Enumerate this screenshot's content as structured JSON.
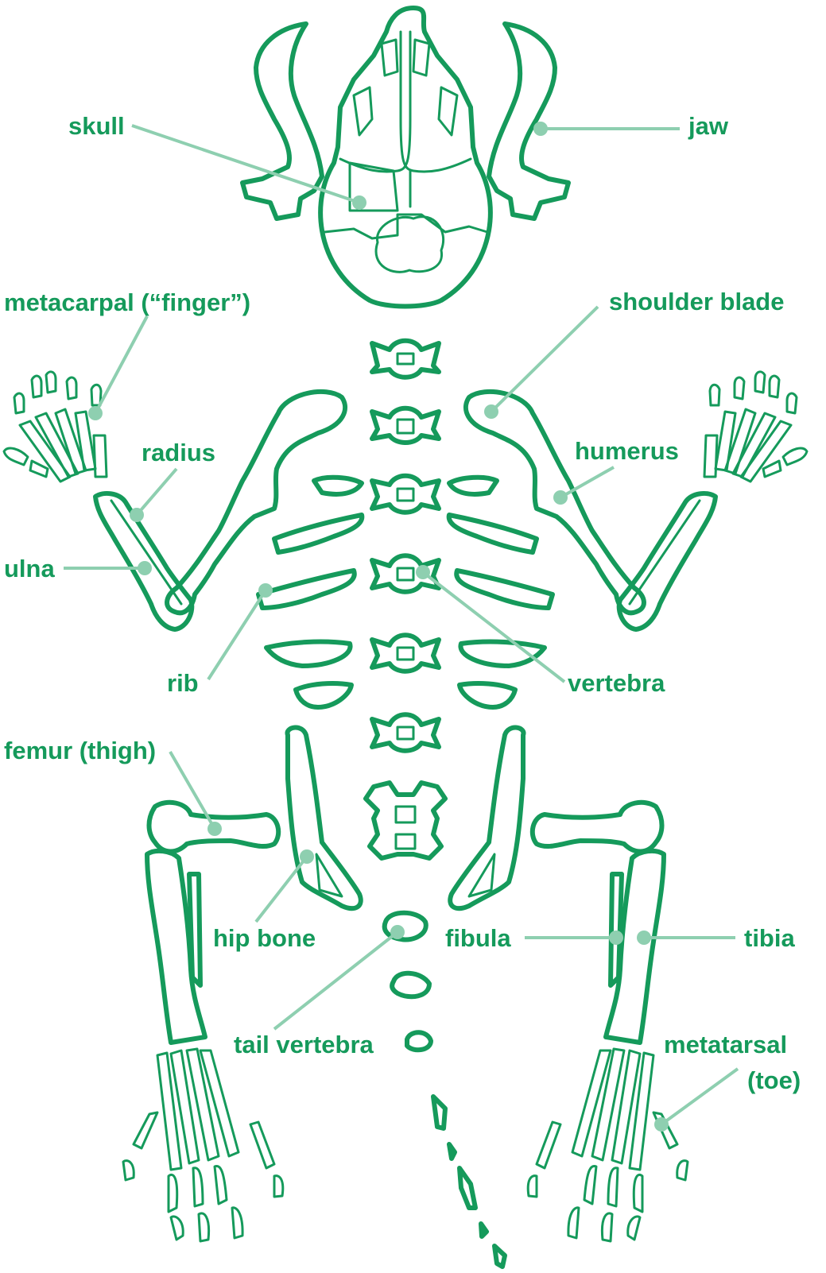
{
  "colors": {
    "bone": "#159a5b",
    "leader": "#8ecfb0",
    "text": "#159a5b",
    "background": "#ffffff"
  },
  "labels": {
    "skull": "skull",
    "jaw": "jaw",
    "metacarpal": "metacarpal (“finger”)",
    "shoulder_blade": "shoulder blade",
    "radius": "radius",
    "humerus": "humerus",
    "ulna": "ulna",
    "rib": "rib",
    "vertebra": "vertebra",
    "femur": "femur (thigh)",
    "hip_bone": "hip bone",
    "fibula": "fibula",
    "tibia": "tibia",
    "tail_vertebra": "tail vertebra",
    "metatarsal_line1": "metatarsal",
    "metatarsal_line2": "(toe)"
  }
}
